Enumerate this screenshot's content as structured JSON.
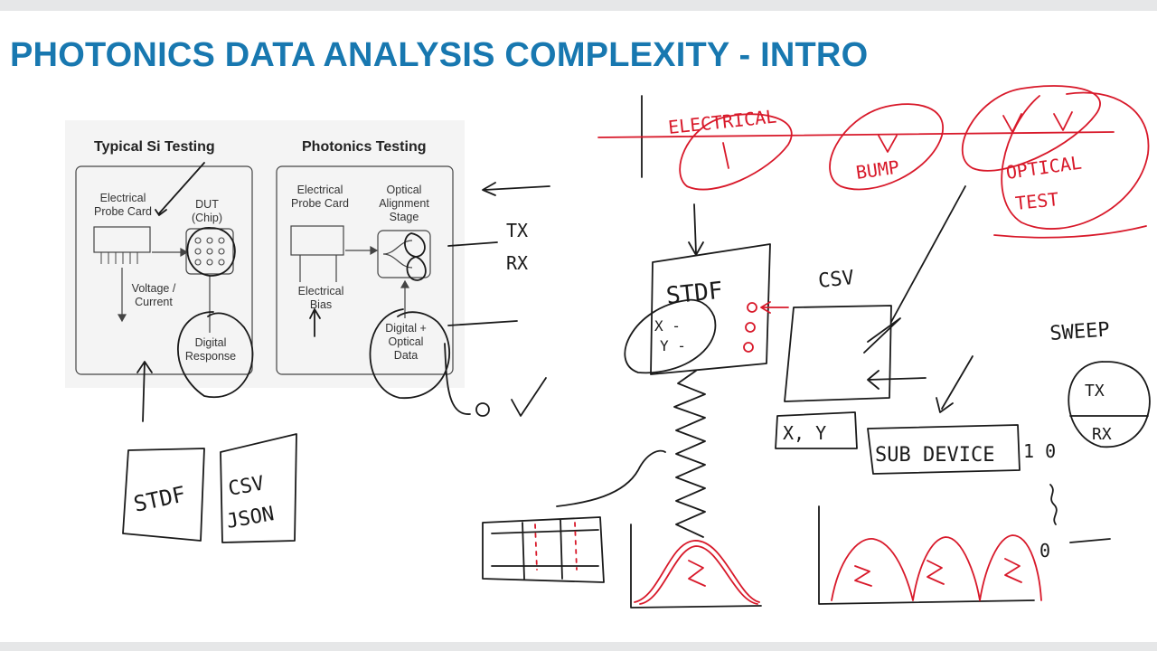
{
  "slide": {
    "title": "PHOTONICS DATA ANALYSIS COMPLEXITY - INTRO"
  },
  "diagram": {
    "si_testing": {
      "heading": "Typical Si Testing",
      "probe_card_label": "Electrical Probe Card",
      "dut_label": "DUT (Chip)",
      "voltage_label": "Voltage / Current",
      "response_label": "Digital Response"
    },
    "photonics_testing": {
      "heading": "Photonics Testing",
      "probe_card_label": "Electrical Probe Card",
      "optical_stage_label": "Optical Alignment Stage",
      "bias_label": "Electrical Bias",
      "data_label": "Digital + Optical Data"
    }
  },
  "annotations": {
    "tx": "TX",
    "rx": "RX",
    "stdf_left": "STDF",
    "csv_json_1": "CSV",
    "csv_json_2": "JSON",
    "electrical": "ELECTRICAL",
    "bump": "BUMP",
    "optical": "OPTICAL",
    "test": "TEST",
    "stdf_center": "STDF",
    "x_dash": "X -",
    "y_dash": "Y -",
    "csv_center": "CSV",
    "xy": "X, Y",
    "sub_device": "SUB DEVICE",
    "sweep": "SWEEP",
    "tx_right": "TX",
    "rx_right": "RX",
    "one_zero_top": "1 0",
    "zero_bottom": "0"
  },
  "colors": {
    "title": "#1878b0",
    "ink_black": "#1a1a1a",
    "ink_red": "#d8192a",
    "panel_bg": "#f4f4f4"
  }
}
